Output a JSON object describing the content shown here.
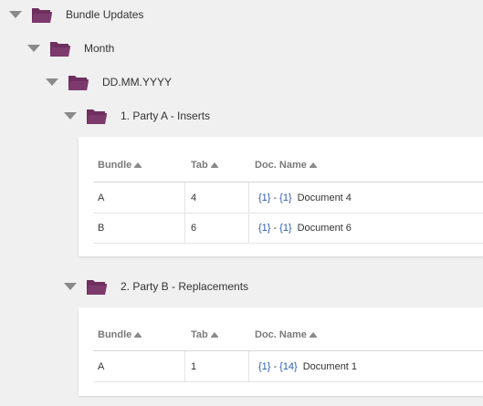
{
  "tree": {
    "root": {
      "label": "Bundle Updates"
    },
    "month": {
      "label": "Month"
    },
    "date": {
      "label": "DD.MM.YYYY"
    },
    "party_a": {
      "label": "1. Party A - Inserts"
    },
    "party_b": {
      "label": "2. Party B - Replacements"
    }
  },
  "table_a": {
    "headers": {
      "bundle": "Bundle",
      "tab": "Tab",
      "doc": "Doc. Name"
    },
    "rows": [
      {
        "bundle": "A",
        "tab": "4",
        "ref1": "{1}",
        "sep": "-",
        "ref2": "{1}",
        "name": "Document 4"
      },
      {
        "bundle": "B",
        "tab": "6",
        "ref1": "{1}",
        "sep": "-",
        "ref2": "{1}",
        "name": "Document 6"
      }
    ]
  },
  "table_b": {
    "headers": {
      "bundle": "Bundle",
      "tab": "Tab",
      "doc": "Doc. Name"
    },
    "rows": [
      {
        "bundle": "A",
        "tab": "1",
        "ref1": "{1}",
        "sep": "-",
        "ref2": "{14}",
        "name": "Document 1"
      }
    ]
  },
  "colors": {
    "folder": "#6e2f5e",
    "link": "#2a5db0",
    "background": "#f0f0f0"
  },
  "icons": {
    "expand": "caret-down-icon",
    "folder": "folder-open-icon",
    "sort": "sort-ascending-icon"
  }
}
